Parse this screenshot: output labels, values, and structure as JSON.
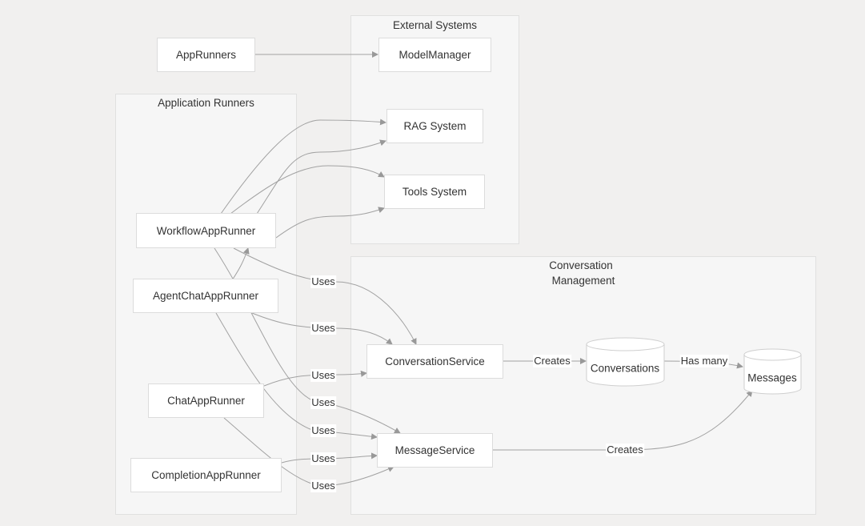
{
  "groups": {
    "external": {
      "title": "External Systems"
    },
    "runners": {
      "title": "Application Runners"
    },
    "conversation": {
      "title_line1": "Conversation",
      "title_line2": "Management"
    }
  },
  "nodes": {
    "app_runners": "AppRunners",
    "model_manager": "ModelManager",
    "rag_system": "RAG System",
    "tools_system": "Tools System",
    "workflow_runner": "WorkflowAppRunner",
    "agent_chat_runner": "AgentChatAppRunner",
    "chat_runner": "ChatAppRunner",
    "completion_runner": "CompletionAppRunner",
    "conversation_service": "ConversationService",
    "message_service": "MessageService",
    "conversations_db": "Conversations",
    "messages_db": "Messages"
  },
  "edge_labels": {
    "uses": "Uses",
    "creates": "Creates",
    "has_many": "Has many"
  },
  "colors": {
    "background": "#f1f0ef",
    "group_fill": "#f6f6f6",
    "node_fill": "#ffffff",
    "edge": "#999999"
  }
}
